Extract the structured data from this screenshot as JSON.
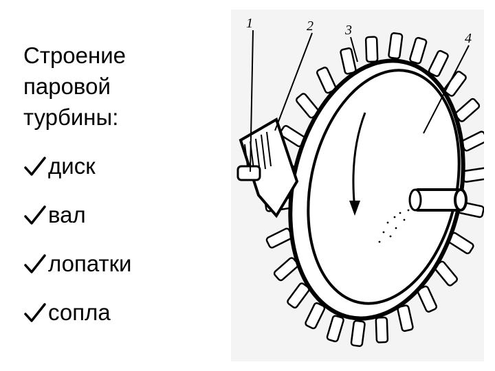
{
  "slide": {
    "title_lines": [
      "Строение",
      "паровой",
      "турбины:"
    ],
    "bullets": [
      "диск",
      "вал",
      "лопатки",
      "сопла"
    ],
    "bullet_icon": "checkmark-icon"
  },
  "diagram": {
    "labels": [
      "1",
      "2",
      "3",
      "4"
    ]
  },
  "colors": {
    "text": "#000000",
    "background": "#ffffff",
    "paper": "#f4f4f4"
  }
}
